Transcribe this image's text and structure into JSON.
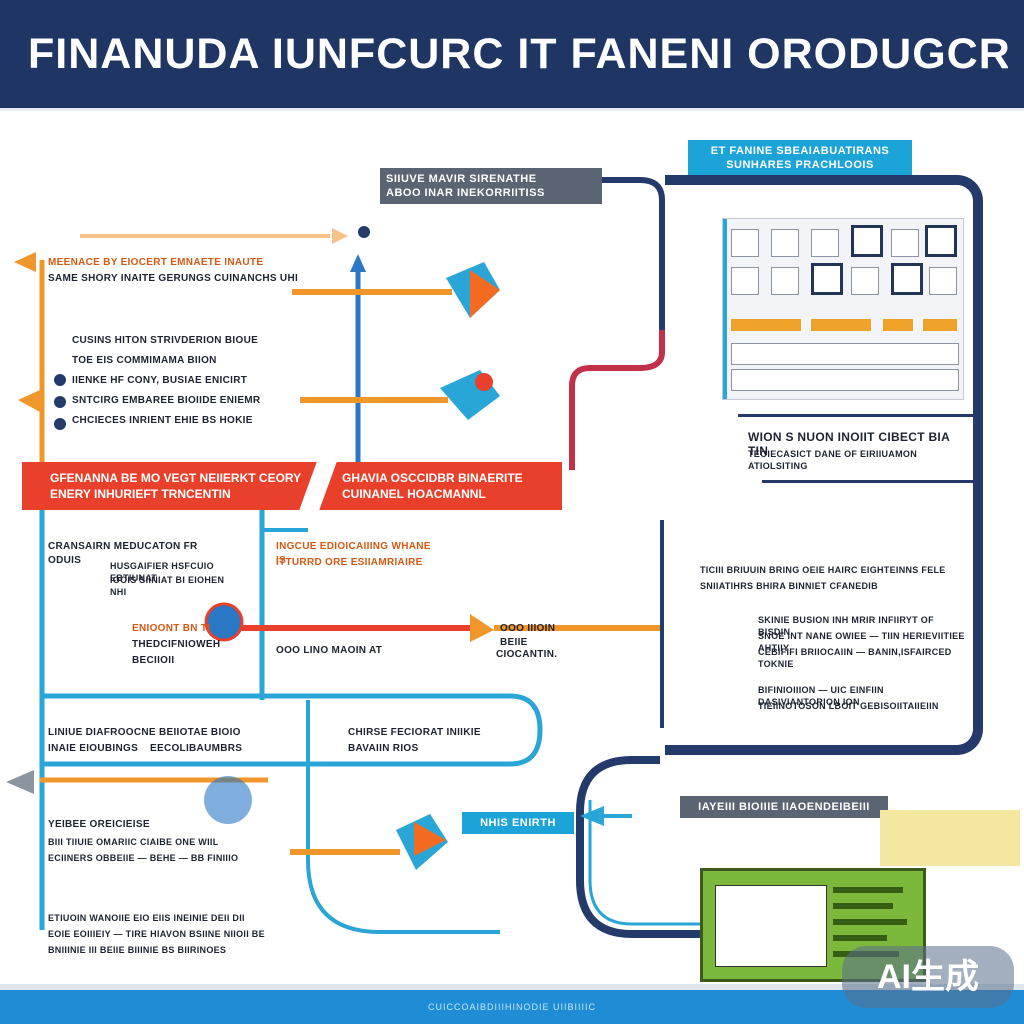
{
  "header": {
    "title": "FINANUDA IUNFCURC IT FANENI ORODUGCRI AMCGIRAYING"
  },
  "top_center_box": {
    "line1": "SIIUVE MAVIR SIRENATHE",
    "line2": "ABOO INAR INEKORRIITISS"
  },
  "top_right_label": {
    "line1": "ET FANINE SBEAIABUATIRANS",
    "line2": "SUNHARES PRACHLOOIS"
  },
  "left_block1": {
    "heading": "MEENACE BY EIOCERT EMNAETE INAUTE",
    "sub": "SAME SHORY INAITE GERUNGS CUINANCHS UHI",
    "items": [
      "CUSINS HITON STRIVDERION BIOUE",
      "TOE EIS COMMIMAMA BIION",
      "IIENKE HF CONY, BUSIAE ENICIRT",
      "SNTCIRG EMBAREE BIOIIDE ENIEMR",
      "CHCIECES INRIENT EHIE BS HOKIE"
    ]
  },
  "red_banner": {
    "left": "GFENANNA BE MO VEGT NEIIERKT CEORY ENERY INHURIEFT TRNCENTIN",
    "right": "GHAVIA OSCCIDBR BINAERITE CUINANEL HOACMANNL"
  },
  "left_block2": {
    "heading": "CRANSAIRN MEDUCATON FR ODUIS",
    "lines": [
      "HUSGAIFIER HSFCUIO EBTIUNAT",
      "IOOIS SIINIAT BI EIOHEN NHI"
    ]
  },
  "center_block2": {
    "line1": "INGCUE EDIOICAIIING WHANE IS",
    "line2": "ITTURRD ORE ESIIAMRIAIRE"
  },
  "left_block3": {
    "line1": "ENIOONT BN TI",
    "line2": "THEDCIFNIOWEH",
    "line3": "BECIIOII"
  },
  "center_block3": {
    "line1": "OOO LINO MAOIN AT"
  },
  "right_small_labels": {
    "label1": "OOO IIIOIN BEIIE",
    "label2": "CIOCANTIN."
  },
  "right_panel": {
    "heading1": "WION S NUON INOIIT CIBECT BIA TIN",
    "heading2": "TEOIECASICT DANE OF EIRIIUAMON ATIOLSITING",
    "para1a": "TICIII BRIUUIN BRING OEIE HAIRC EIGHTEINNS FELE",
    "para1b": "SNIIATIHRS BHIRA BINNIET CFANEDIB",
    "para2a": "SKINIE BUSION INH MRIR INFIIRYT OF BISDIN",
    "para2b": "SNOE INT NANE OWIEE — TIIN HERIEVIITIEE AHTIIY",
    "para2c": "CEBIFIFI BRIIOCAIIN — BANIN,ISFAIRCED TOKNIE",
    "para3a": "BIFINIOIIION — UIC EINFIIN DASIVIANTORION ION",
    "para3b": "TIEIINOTOSON LBOIT GEBISOIITAIIEIIN"
  },
  "left_block4": {
    "line1": "LINIUE DIAFROOCNE BEIIOTAE BIOIO",
    "line2": "INAIE EIOUBINGS",
    "line3": "EECOLIBAUMBRS"
  },
  "center_block4": {
    "line1": "CHIRSE FECIORAT INIIKIE",
    "line2": "BAVAIIN RIOS"
  },
  "left_block5": {
    "line1": "YEIBEE OREICIEISE",
    "line2": "BIII TIIUIE OMARIIC CIAIBE ONE WIIL",
    "line3": "ECIINERS OBBEIIE — BEHE — BB FINIIIO"
  },
  "cyan_tag": {
    "label": "NHIS ENIRTH"
  },
  "left_block6": {
    "line1": "ETIUOIN WANOIIE EIO EIIS INEINIE DEII DII",
    "line2": "EOIE EOIIIEIY — TIRE HIAVON BSIINE NIIOII BE",
    "line3": "BNIIINIE III BEIIE BIIINIE BS BIIRINOES"
  },
  "bottom_right_label": {
    "line1": "IAYEIII BIOIIIE IIAOENDEIBEIII"
  },
  "footer": {
    "text": "CUICCOAIBDIIIHINODIE UIIBIIIIC"
  },
  "watermark": {
    "text": "AI生成"
  },
  "colors": {
    "navy": "#1f3563",
    "orange": "#f0962a",
    "cyan": "#2aa5d8",
    "red": "#e8402b",
    "dark_red": "#c2304a"
  }
}
